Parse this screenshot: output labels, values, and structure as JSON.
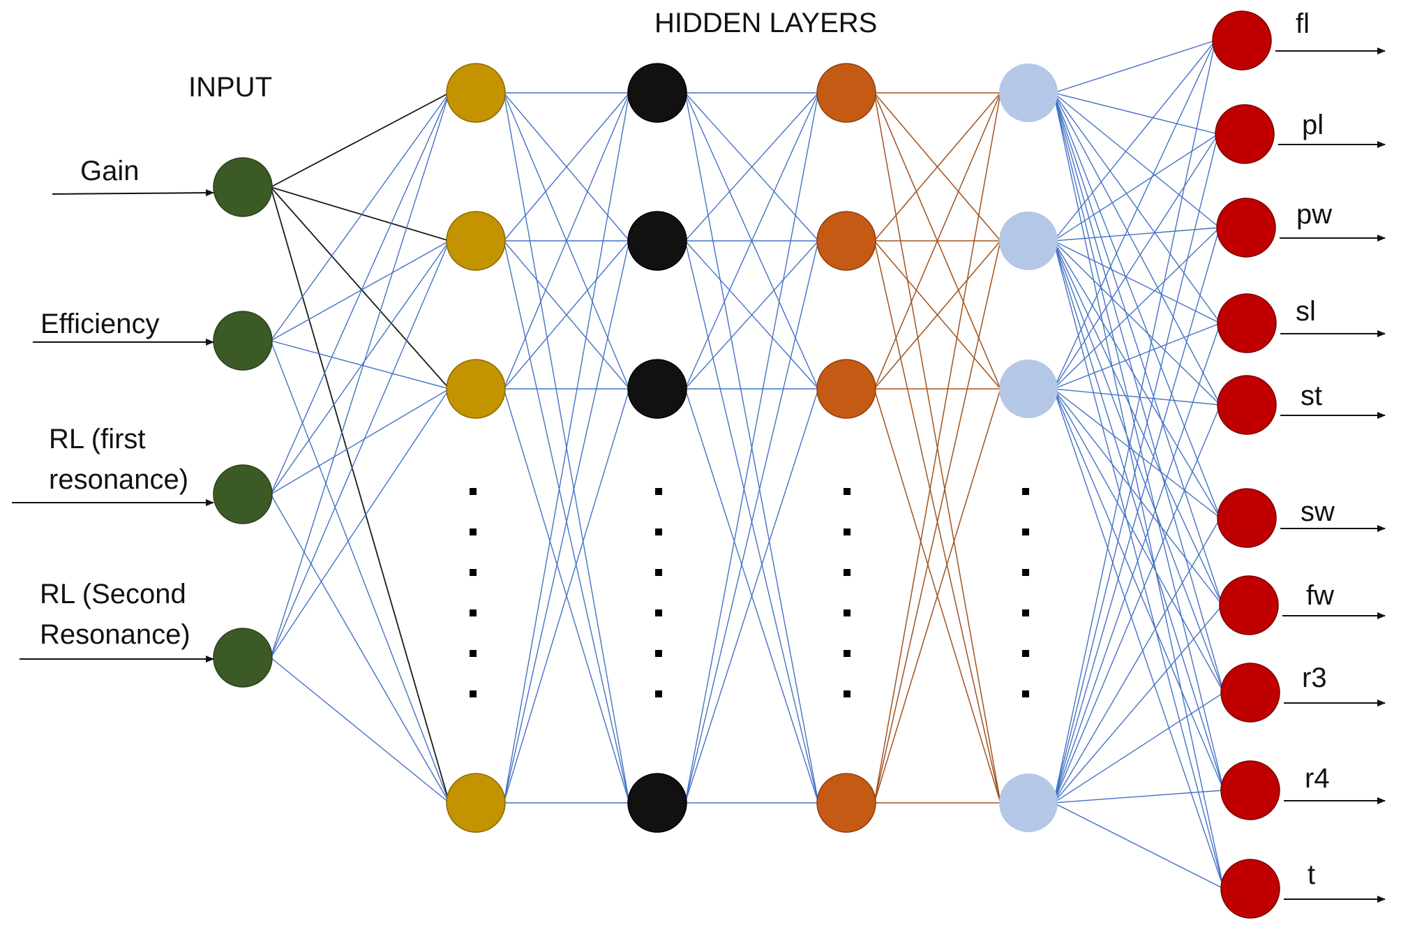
{
  "headers": {
    "input": "INPUT",
    "hidden": "HIDDEN LAYERS"
  },
  "inputs": [
    {
      "lines": [
        "Gain"
      ]
    },
    {
      "lines": [
        "Efficiency"
      ]
    },
    {
      "lines": [
        "RL (first",
        "resonance)"
      ]
    },
    {
      "lines": [
        "RL (Second",
        "Resonance)"
      ]
    }
  ],
  "outputs": [
    "fl",
    "pl",
    "pw",
    "sl",
    "st",
    "sw",
    "fw",
    "r3",
    "r4",
    "t"
  ],
  "colors": {
    "input_node": "#3c5a25",
    "layer1_node": "#c49300",
    "layer2_node": "#111111",
    "layer3_node": "#c55a14",
    "layer4_node": "#b4c7e7",
    "output_node": "#c00000",
    "blue_edge": "#4472c4",
    "dark_edge": "#1a1a1a",
    "orange_edge": "#a0521e"
  }
}
